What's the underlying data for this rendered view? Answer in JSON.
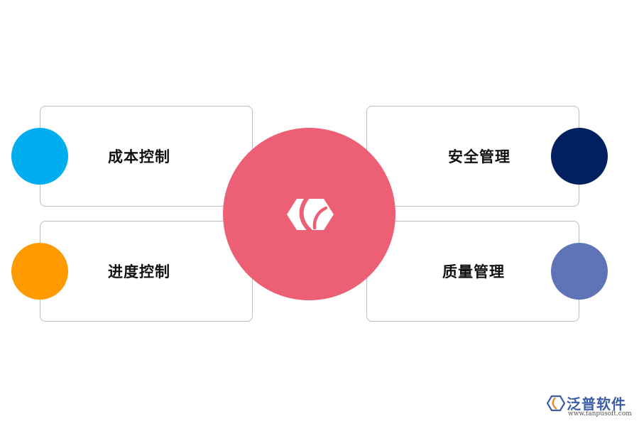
{
  "diagram": {
    "nodes": [
      {
        "id": "tl",
        "label": "成本控制",
        "color": "#00adef"
      },
      {
        "id": "tr",
        "label": "安全管理",
        "color": "#002060"
      },
      {
        "id": "bl",
        "label": "进度控制",
        "color": "#ff9a00"
      },
      {
        "id": "br",
        "label": "质量管理",
        "color": "#5f74b7"
      }
    ],
    "center": {
      "color": "#ec5f74",
      "icon": "brand-logo-icon"
    }
  },
  "watermark": {
    "name": "泛普软件",
    "url": "www.fanpusoft.com",
    "icon": "fanpu-logo-icon",
    "color": "#3a5ea8"
  }
}
